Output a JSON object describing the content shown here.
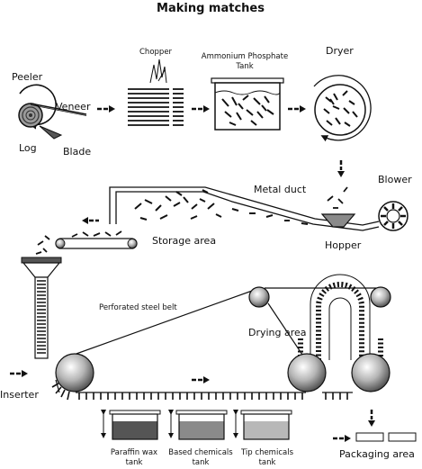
{
  "title": "Making matches",
  "labels": {
    "peeler": "Peeler",
    "veneer": "Veneer",
    "log": "Log",
    "blade": "Blade",
    "chopper": "Chopper",
    "tank_line1": "Ammonium Phosphate",
    "tank_line2": "Tank",
    "dryer": "Dryer",
    "blower": "Blower",
    "metal_duct": "Metal duct",
    "hopper": "Hopper",
    "storage_area": "Storage area",
    "perforated_belt": "Perforated steel belt",
    "drying_area": "Drying area",
    "inserter": "Inserter",
    "paraffin_line1": "Paraffin wax",
    "paraffin_line2": "tank",
    "based_line1": "Based chemicals",
    "based_line2": "tank",
    "tip_line1": "Tip chemicals",
    "tip_line2": "tank",
    "packaging_area": "Packaging area"
  },
  "colors": {
    "paraffin_fill": "#555555",
    "based_fill": "#8a8a8a",
    "tip_fill": "#b8b8b8"
  }
}
